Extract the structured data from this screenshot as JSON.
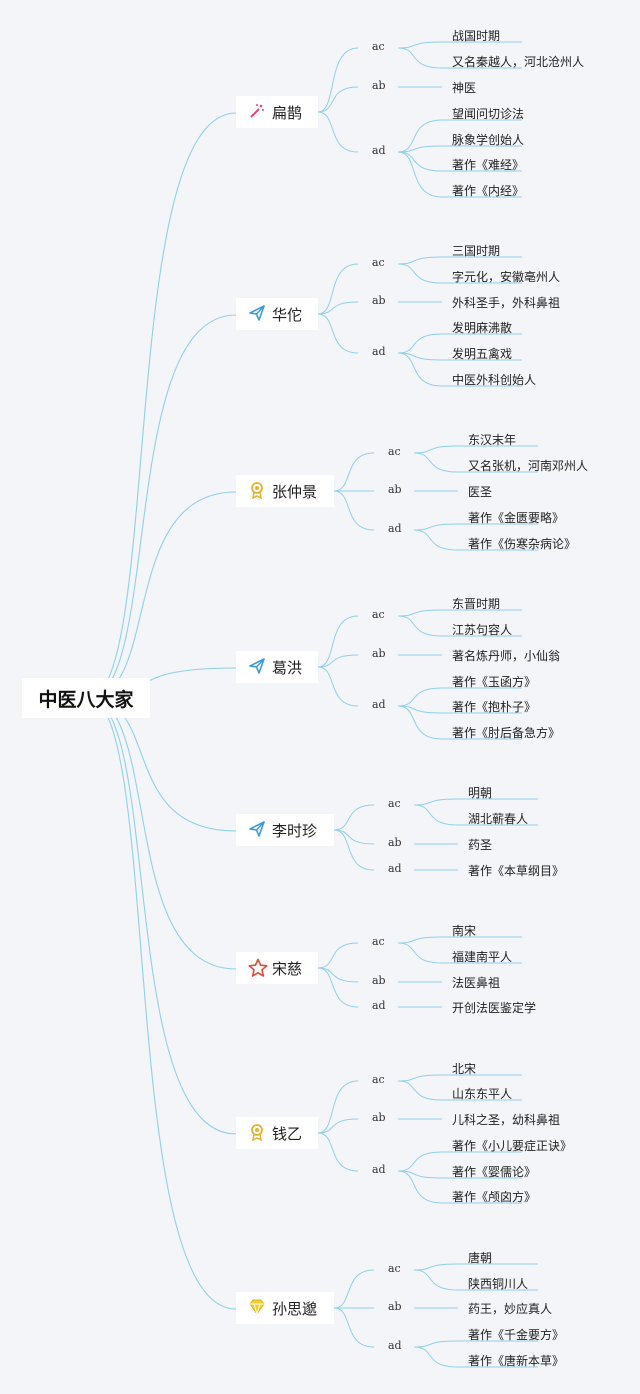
{
  "title": "中医八大家",
  "branches": [
    {
      "name": "扁鹊",
      "icon": "magic-wand-icon",
      "groups": [
        {
          "tag": "ac",
          "items": [
            "战国时期",
            "又名秦越人，河北沧州人"
          ]
        },
        {
          "tag": "ab",
          "items": [
            "神医"
          ]
        },
        {
          "tag": "ad",
          "items": [
            "望闻问切诊法",
            "脉象学创始人",
            "著作《难经》",
            "著作《内经》"
          ]
        }
      ]
    },
    {
      "name": "华佗",
      "icon": "paper-plane-icon",
      "groups": [
        {
          "tag": "ac",
          "items": [
            "三国时期",
            "字元化，安徽亳州人"
          ]
        },
        {
          "tag": "ab",
          "items": [
            "外科圣手，外科鼻祖"
          ]
        },
        {
          "tag": "ad",
          "items": [
            "发明麻沸散",
            "发明五禽戏",
            "中医外科创始人"
          ]
        }
      ]
    },
    {
      "name": "张仲景",
      "icon": "medal-icon",
      "groups": [
        {
          "tag": "ac",
          "items": [
            "东汉末年",
            "又名张机，河南邓州人"
          ]
        },
        {
          "tag": "ab",
          "items": [
            "医圣"
          ]
        },
        {
          "tag": "ad",
          "items": [
            "著作《金匮要略》",
            "著作《伤寒杂病论》"
          ]
        }
      ]
    },
    {
      "name": "葛洪",
      "icon": "paper-plane-icon",
      "groups": [
        {
          "tag": "ac",
          "items": [
            "东晋时期",
            "江苏句容人"
          ]
        },
        {
          "tag": "ab",
          "items": [
            "著名炼丹师，小仙翁"
          ]
        },
        {
          "tag": "ad",
          "items": [
            "著作《玉函方》",
            "著作《抱朴子》",
            "著作《肘后备急方》"
          ]
        }
      ]
    },
    {
      "name": "李时珍",
      "icon": "paper-plane-icon",
      "groups": [
        {
          "tag": "ac",
          "items": [
            "明朝",
            "湖北蕲春人"
          ]
        },
        {
          "tag": "ab",
          "items": [
            "药圣"
          ]
        },
        {
          "tag": "ad",
          "items": [
            "著作《本草纲目》"
          ]
        }
      ]
    },
    {
      "name": "宋慈",
      "icon": "star-icon",
      "groups": [
        {
          "tag": "ac",
          "items": [
            "南宋",
            "福建南平人"
          ]
        },
        {
          "tag": "ab",
          "items": [
            "法医鼻祖"
          ]
        },
        {
          "tag": "ad",
          "items": [
            "开创法医鉴定学"
          ]
        }
      ]
    },
    {
      "name": "钱乙",
      "icon": "medal-icon",
      "groups": [
        {
          "tag": "ac",
          "items": [
            "北宋",
            "山东东平人"
          ]
        },
        {
          "tag": "ab",
          "items": [
            "儿科之圣，幼科鼻祖"
          ]
        },
        {
          "tag": "ad",
          "items": [
            "著作《小儿要症正诀》",
            "著作《婴儒论》",
            "著作《颅囟方》"
          ]
        }
      ]
    },
    {
      "name": "孙思邈",
      "icon": "diamond-icon",
      "groups": [
        {
          "tag": "ac",
          "items": [
            "唐朝",
            "陕西铜川人"
          ]
        },
        {
          "tag": "ab",
          "items": [
            "药王，妙应真人"
          ]
        },
        {
          "tag": "ad",
          "items": [
            "著作《千金要方》",
            "著作《唐新本草》"
          ]
        }
      ]
    }
  ]
}
